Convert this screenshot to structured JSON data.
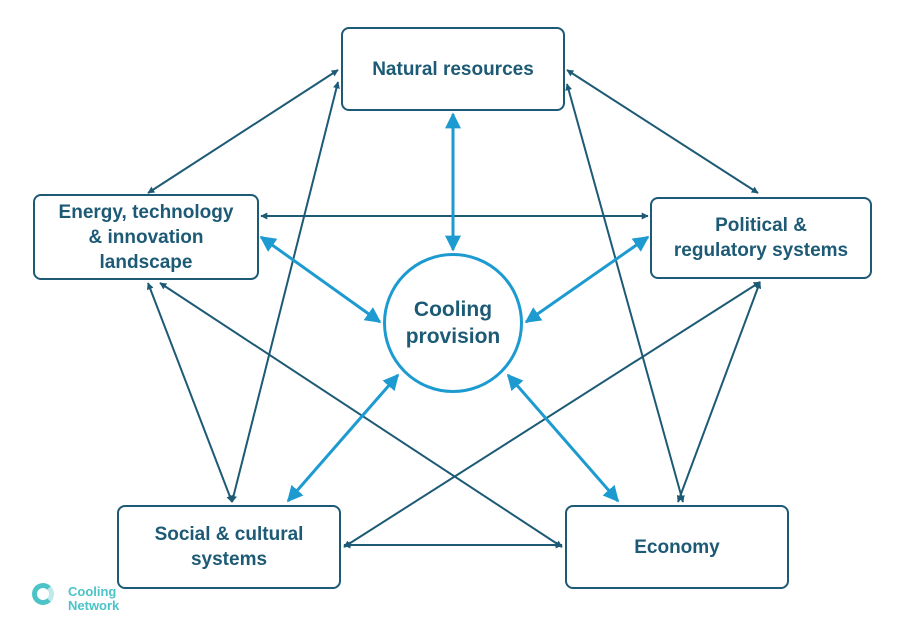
{
  "diagram": {
    "center": {
      "label": "Cooling\nprovision"
    },
    "nodes": {
      "natural_resources": "Natural resources",
      "energy_technology": "Energy, technology\n& innovation\nlandscape",
      "political_regulatory": "Political &\nregulatory systems",
      "social_cultural": "Social & cultural\nsystems",
      "economy": "Economy"
    },
    "links": [
      {
        "from": "natural_resources",
        "to": "energy_technology",
        "kind": "outer"
      },
      {
        "from": "natural_resources",
        "to": "political_regulatory",
        "kind": "outer"
      },
      {
        "from": "natural_resources",
        "to": "social_cultural",
        "kind": "outer"
      },
      {
        "from": "natural_resources",
        "to": "economy",
        "kind": "outer"
      },
      {
        "from": "energy_technology",
        "to": "political_regulatory",
        "kind": "outer"
      },
      {
        "from": "energy_technology",
        "to": "social_cultural",
        "kind": "outer"
      },
      {
        "from": "energy_technology",
        "to": "economy",
        "kind": "outer"
      },
      {
        "from": "political_regulatory",
        "to": "social_cultural",
        "kind": "outer"
      },
      {
        "from": "political_regulatory",
        "to": "economy",
        "kind": "outer"
      },
      {
        "from": "social_cultural",
        "to": "economy",
        "kind": "outer"
      },
      {
        "from": "center",
        "to": "natural_resources",
        "kind": "center"
      },
      {
        "from": "center",
        "to": "energy_technology",
        "kind": "center"
      },
      {
        "from": "center",
        "to": "political_regulatory",
        "kind": "center"
      },
      {
        "from": "center",
        "to": "social_cultural",
        "kind": "center"
      },
      {
        "from": "center",
        "to": "economy",
        "kind": "center"
      }
    ]
  },
  "colors": {
    "outer_link": "#1d5a75",
    "center_link": "#1d9bd1",
    "node_border": "#1d5a75",
    "center_border": "#1d9bd1",
    "logo": "#4cc3c7"
  },
  "logo": {
    "text": "Cooling\nNetwork",
    "icon": "ring-logo-icon"
  }
}
